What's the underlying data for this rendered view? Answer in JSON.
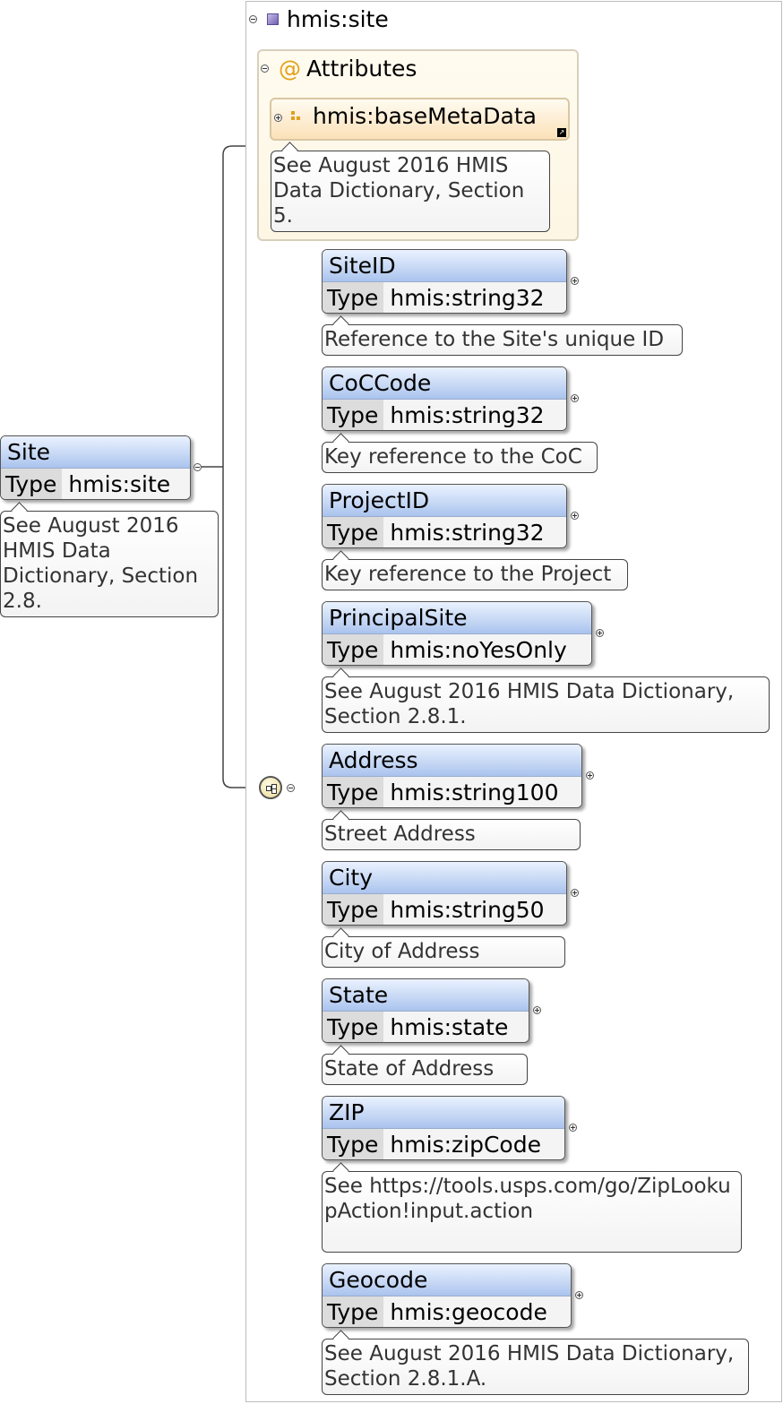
{
  "type_header": {
    "name": "hmis:site"
  },
  "attributes": {
    "title": "Attributes",
    "at_symbol": "@",
    "item": {
      "name": "hmis:baseMetaData",
      "doc": "See August 2016 HMIS Data Dictionary, Section 5."
    }
  },
  "root": {
    "name": "Site",
    "type_label": "Type",
    "type": "hmis:site",
    "doc": "See August 2016 HMIS Data Dictionary, Section 2.8."
  },
  "elements": [
    {
      "name": "SiteID",
      "type_label": "Type",
      "type": "hmis:string32",
      "doc": "Reference to the Site's unique ID"
    },
    {
      "name": "CoCCode",
      "type_label": "Type",
      "type": "hmis:string32",
      "doc": "Key reference to the CoC"
    },
    {
      "name": "ProjectID",
      "type_label": "Type",
      "type": "hmis:string32",
      "doc": "Key reference to the Project"
    },
    {
      "name": "PrincipalSite",
      "type_label": "Type",
      "type": "hmis:noYesOnly",
      "doc": "See August 2016 HMIS Data Dictionary, Section 2.8.1."
    },
    {
      "name": "Address",
      "type_label": "Type",
      "type": "hmis:string100",
      "doc": "Street Address"
    },
    {
      "name": "City",
      "type_label": "Type",
      "type": "hmis:string50",
      "doc": "City of Address"
    },
    {
      "name": "State",
      "type_label": "Type",
      "type": "hmis:state",
      "doc": "State of Address"
    },
    {
      "name": "ZIP",
      "type_label": "Type",
      "type": "hmis:zipCode",
      "doc": "See https://tools.usps.com/go/ZipLookupAction!input.action"
    },
    {
      "name": "Geocode",
      "type_label": "Type",
      "type": "hmis:geocode",
      "doc": "See August 2016 HMIS Data Dictionary, Section 2.8.1.A."
    }
  ]
}
